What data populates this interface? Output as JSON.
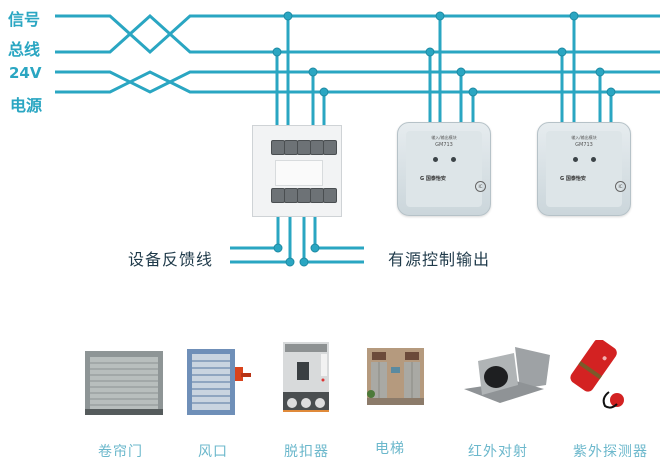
{
  "colors": {
    "wire": "#2aa6c2",
    "wire_dark": "#1d8aa3",
    "bus_label": "#2aa6c2",
    "io_label": "#1f3a4a",
    "device_label": "#6cb8cc"
  },
  "bus_labels": {
    "signal_line1": "信号",
    "signal_line2": "总线",
    "power_line1": "24V",
    "power_line2": "电源"
  },
  "io_labels": {
    "feedback": "设备反馈线",
    "output": "有源控制输出"
  },
  "modules": [
    {
      "type": "base-plate",
      "terminals_top": 5,
      "terminals_bottom": 5
    },
    {
      "type": "io-module",
      "title": "输入/输出模块",
      "model": "GM713",
      "brand": "G 国泰怡安",
      "badge": "IC"
    },
    {
      "type": "io-module",
      "title": "输入/输出模块",
      "model": "GM713",
      "brand": "G 国泰怡安",
      "badge": "IC"
    }
  ],
  "devices": [
    {
      "label": "卷帘门",
      "icon": "rolling-shutter-door-icon"
    },
    {
      "label": "风口",
      "icon": "air-vent-damper-icon"
    },
    {
      "label": "脱扣器",
      "icon": "circuit-breaker-icon"
    },
    {
      "label": "电梯",
      "icon": "elevator-icon"
    },
    {
      "label": "红外对射",
      "icon": "infrared-beam-detector-icon"
    },
    {
      "label": "紫外探测器",
      "icon": "uv-flame-detector-icon"
    }
  ]
}
